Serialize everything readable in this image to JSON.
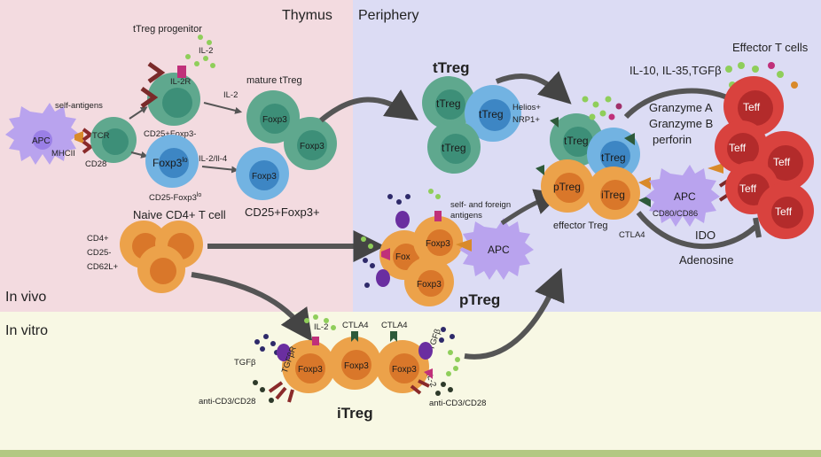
{
  "regions": {
    "thymus": "Thymus",
    "periphery": "Periphery",
    "in_vivo": "In vivo",
    "in_vitro": "In vitro"
  },
  "thymus": {
    "apc": "APC",
    "mhcii": "MHCII",
    "self_antigens": "self-antigens",
    "tcr": "TCR",
    "cd28": "CD28",
    "treg_progenitor": "tTreg progenitor",
    "il2_top": "IL-2",
    "il2r": "IL-2R",
    "cd25_foxp3_neg": "CD25+Foxp3-",
    "foxp3lo": "Foxp3",
    "foxp3lo_sup": "lo",
    "cd25neg_foxp3lo": "CD25-Foxp3",
    "cd25neg_foxp3lo_sup": "lo",
    "il2_arrow": "IL-2",
    "il2_il4": "IL-2/Il-4",
    "mature_treg": "mature tTreg",
    "foxp3": "Foxp3",
    "cd25_foxp3_pos": "CD25+Foxp3+"
  },
  "naive": {
    "title": "Naive CD4+ T cell",
    "markers": [
      "CD4+",
      "CD25-",
      "CD62L+"
    ]
  },
  "periphery": {
    "ttreg_title": "tTreg",
    "ttreg_cell": "tTreg",
    "helios": "Helios+",
    "nrp1": "NRP1+",
    "self_foreign": "self- and foreign",
    "antigens": "antigens",
    "apc": "APC",
    "ptreg_title": "pTreg",
    "foxp3": "Foxp3",
    "fox_partial": "Fox",
    "effector_ptreg": "pTreg",
    "effector_itreg": "iTreg",
    "effector_ttreg": "tTreg",
    "effector_treg": "effector Treg",
    "ctla4": "CTLA4",
    "cd80_cd86": "CD80/CD86",
    "apc2": "APC",
    "ido": "IDO",
    "adenosine": "Adenosine",
    "cytokines": "IL-10, IL-35,TGFβ",
    "granzyme_a": "Granzyme A",
    "granzyme_b": "Granzyme B",
    "perforin": "perforin",
    "effector_title": "Effector T cells",
    "teff": "Teff"
  },
  "invitro": {
    "tgfb_left": "TGFβ",
    "tgfbr": "TGFβR",
    "il2_left": "IL-2",
    "ctla4_a": "CTLA4",
    "ctla4_b": "CTLA4",
    "tgfb_right": "TGFβ",
    "il2_right": "IL-2",
    "anti_left": "anti-CD3/CD28",
    "anti_right": "anti-CD3/CD28",
    "foxp3": "Foxp3",
    "itreg_title": "iTreg"
  },
  "colors": {
    "thymus_bg": "#f3dbe0",
    "periphery_bg": "#dcdcf4",
    "invitro_bg": "#f8f8e4",
    "bottom_bar": "#b3c882",
    "green_cell": "#5fa88e",
    "green_nucleus": "#3d8f78",
    "blue_cell": "#72b3e2",
    "blue_nucleus": "#3d86c4",
    "orange_cell": "#eca24a",
    "orange_nucleus": "#d9772a",
    "red_cell": "#d9423e",
    "red_nucleus": "#b32b2b",
    "apc": "#b9a3ee",
    "arrow": "#555555"
  }
}
